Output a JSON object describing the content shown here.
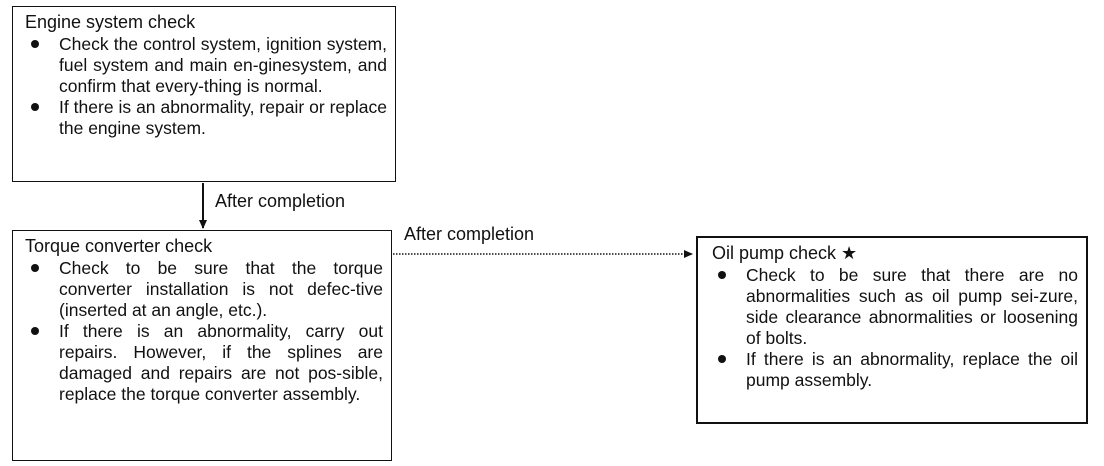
{
  "engine_check": {
    "title": "Engine system check",
    "bullets": [
      "Check the control system, ignition system, fuel system and main en-ginesystem, and confirm that every-thing is normal.",
      "If there is an abnormality, repair or replace the engine system."
    ]
  },
  "torque_check": {
    "title": "Torque converter check",
    "bullets": [
      "Check to be sure that the torque converter installation is not defec-tive (inserted at an angle, etc.).",
      "If there is an abnormality, carry out repairs. However, if the splines are damaged and repairs are not pos-sible, replace the torque converter assembly."
    ]
  },
  "oil_pump_check": {
    "title": "Oil pump check ★",
    "bullets": [
      "Check to be sure that there are no abnormalities such as oil pump sei-zure, side clearance abnormalities or loosening of bolts.",
      "If there is an abnormality, replace the oil pump assembly."
    ]
  },
  "flows": {
    "engine_to_torque": "After completion",
    "torque_to_pump": "After completion"
  }
}
